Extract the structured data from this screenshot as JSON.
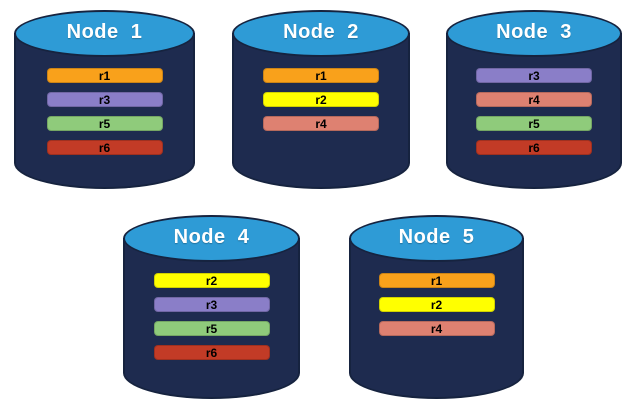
{
  "colors": {
    "cylinder_body": "#1E2B4F",
    "cylinder_top": "#2E9BD6",
    "cylinder_outline": "#16233F",
    "replicas": {
      "r1": "#F9A11B",
      "r2": "#FFFF00",
      "r3": "#8A7EC8",
      "r4": "#DE8171",
      "r5": "#8FCB7B",
      "r6": "#C23B26"
    }
  },
  "nodes": [
    {
      "label": "Node  1",
      "replicas": [
        "r1",
        "r3",
        "r5",
        "r6"
      ]
    },
    {
      "label": "Node  2",
      "replicas": [
        "r1",
        "r2",
        "r4"
      ]
    },
    {
      "label": "Node  3",
      "replicas": [
        "r3",
        "r4",
        "r5",
        "r6"
      ]
    },
    {
      "label": "Node  4",
      "replicas": [
        "r2",
        "r3",
        "r5",
        "r6"
      ]
    },
    {
      "label": "Node  5",
      "replicas": [
        "r1",
        "r2",
        "r4"
      ]
    }
  ]
}
